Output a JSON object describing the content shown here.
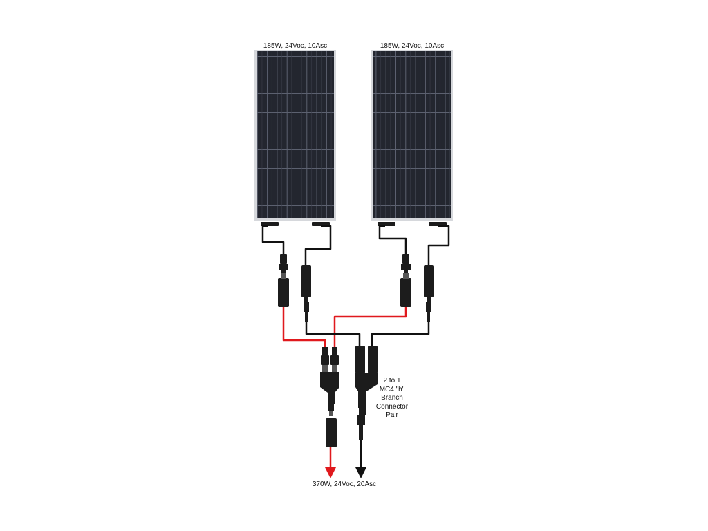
{
  "panels": [
    {
      "label": "185W, 24Voc, 10Asc"
    },
    {
      "label": "185W, 24Voc, 10Asc"
    }
  ],
  "branch_label_lines": [
    "2 to 1",
    "MC4 \"h\"",
    "Branch",
    "Connector",
    "Pair"
  ],
  "output_label": "370W, 24Voc, 20Asc",
  "colors": {
    "positive_wire": "#e0191d",
    "negative_wire": "#111111",
    "panel_cell": "#23262f",
    "panel_frame": "#d6d8dc",
    "connector": "#1c1c1c"
  },
  "icons": {
    "panel": "solar-panel-icon",
    "connector": "mc4-connector-icon",
    "branch": "mc4-branch-connector-icon",
    "arrow": "arrow-down-icon"
  }
}
